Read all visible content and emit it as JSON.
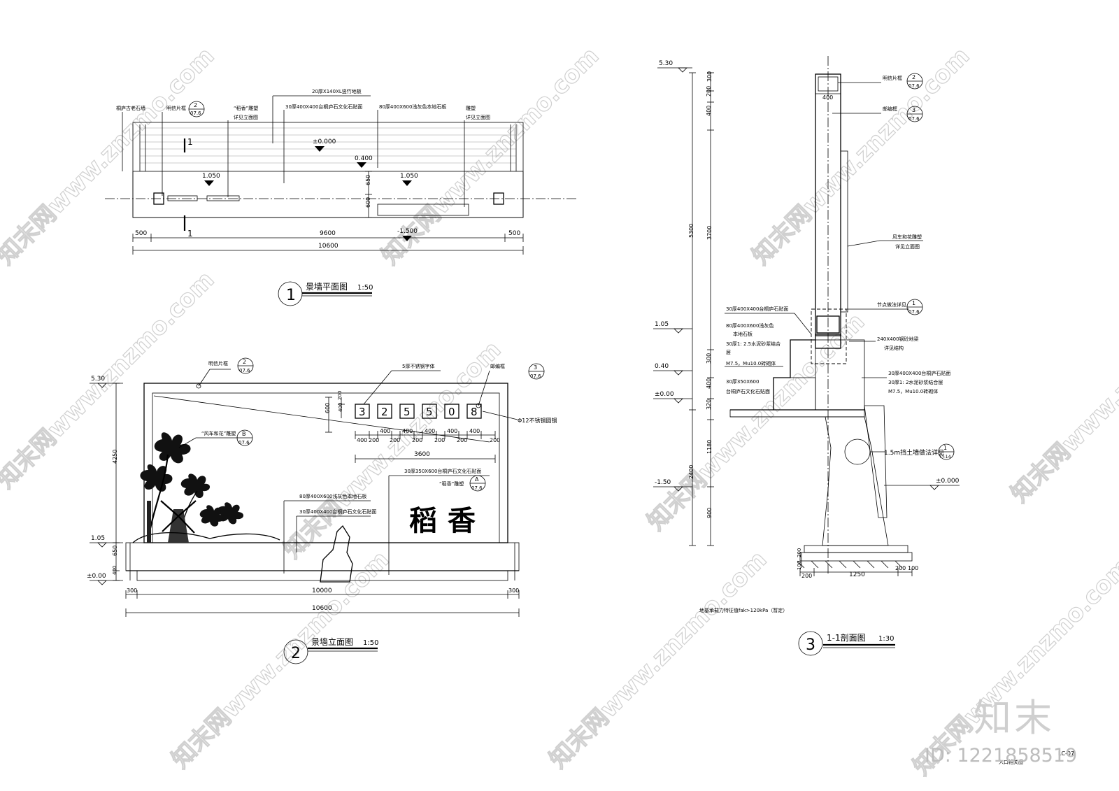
{
  "plan": {
    "title": "景墙平面图",
    "scale": "1:50",
    "number": "1",
    "labels": {
      "stone_wall": "桐庐古老石墙",
      "mail_board": "明信片框",
      "sculpture": "“稻香”雕塑",
      "see_elev": "详见立面图",
      "deck": "20厚X140XL竖竹地板",
      "facing": "30厚400X400台桐庐石文化石贴面",
      "paving": "80厚400X600浅灰色本地石板",
      "sculpture2": "雕塑",
      "see_elev2": "详见立面图"
    },
    "refs": {
      "ref1_top": "2",
      "ref1_bot": "07.6"
    },
    "elevations": {
      "e0": "±0.000",
      "e400": "0.400",
      "e1050a": "1.050",
      "e1050b": "1.050",
      "em1500": "-1.500"
    },
    "section_mark": "1",
    "dims": {
      "d500a": "500",
      "d9600": "9600",
      "d500b": "500",
      "d10600": "10600",
      "d650": "650",
      "d600": "600"
    }
  },
  "elevation": {
    "title": "景墙立面图",
    "scale": "1:50",
    "number": "2",
    "labels": {
      "mail_board": "明信片框",
      "steel_letters": "5厚不锈钢字体",
      "mail_box": "邮编框",
      "rod": "Φ12不锈钢圆钢",
      "windmill": "“风车和花”雕塑",
      "facing_350": "30厚350X600台桐庐石文化石贴面",
      "rice_sculpture": "“稻香”雕塑",
      "paving": "80厚400X600浅灰色本地石板",
      "facing": "30厚400X400台桐庐石文化石贴面"
    },
    "refs": {
      "r2_top": "2",
      "r2_bot": "07.6",
      "r3_top": "3",
      "r3_bot": "07.6",
      "rB_top": "B",
      "rB_bot": "07.6",
      "rA_top": "A",
      "rA_bot": "07.6"
    },
    "digits": [
      "3",
      "2",
      "5",
      "5",
      "0",
      "8"
    ],
    "big_chars": [
      "稻",
      "香"
    ],
    "levels": {
      "l530": "5.30",
      "l105": "1.05",
      "l0": "±0.00"
    },
    "dims": {
      "v600": "600",
      "v200": "200",
      "v400": "400",
      "h400a": "400",
      "h200a": "200",
      "h400b": "400",
      "h200b": "200",
      "h400c": "400",
      "h200c": "200",
      "h400d": "400",
      "h200d": "200",
      "h400e": "400",
      "h200e": "200",
      "h400f": "400",
      "h200f": "200",
      "h3600": "3600",
      "v4250": "4250",
      "v650": "650",
      "v400b": "400",
      "h300a": "300",
      "h10000": "10000",
      "h300b": "300",
      "h10600": "10600"
    }
  },
  "section": {
    "title": "1-1剖面图",
    "scale": "1:30",
    "number": "3",
    "labels": {
      "mail_board": "明信片框",
      "mail_box": "邮编框",
      "windmill": "风车和花雕塑",
      "see_elev": "详见立面图",
      "node": "节点做法详见",
      "facing_top": "30厚400X400台桐庐石贴面",
      "paving_a": "80厚400X600浅灰色",
      "paving_b": "本地石板",
      "mortar_a": "30厚1: 2.5水泥砂浆结合",
      "mortar_b": "层",
      "masonry": "M7.5，Mu10.0砖砌体",
      "facing_350a": "30厚350X600",
      "facing_350b": "台桐庐石文化石贴面",
      "rail": "240X400钢砼地梁",
      "see_struct": "详见结构",
      "facing_r": "30厚400X400台桐庐石贴面",
      "mortar_r": "30厚1: 2水泥砂浆结合层",
      "masonry_r": "M7.5，Mu10.0砖砌体",
      "retaining": "1.5m挡土墙做法详见",
      "zero": "±0.000",
      "note": "地基承载力特征值fak>120kPa（暂定）"
    },
    "refs": {
      "r2_top": "2",
      "r2_bot": "07.6",
      "r3_top": "3",
      "r3_bot": "07.6",
      "r1_top": "1",
      "r1_bot": "07.6",
      "rTY_top": "1",
      "rTY_bot": "TY-14"
    },
    "levels": {
      "l530": "5.30",
      "l105": "1.05",
      "l040": "0.40",
      "l000": "±0.00",
      "lm150": "-1.50"
    },
    "dims": {
      "v300": "300",
      "v200": "200",
      "v400": "400",
      "v5300": "5300",
      "v3700": "3700",
      "v300b": "300",
      "v400b": "400",
      "v320": "320",
      "v1180": "1180",
      "v2400": "2400",
      "v900": "900",
      "h400": "400",
      "v200c": "200",
      "v100": "100",
      "h200a": "200",
      "h1250": "1250",
      "h200b": "200",
      "h100": "100"
    }
  },
  "footer": {
    "sheet_name": "入口相关图",
    "sheet_no": "LC-07",
    "brand": "知末",
    "id": "ID: 1221858519"
  },
  "watermark": "知末网www.znzmo.com"
}
